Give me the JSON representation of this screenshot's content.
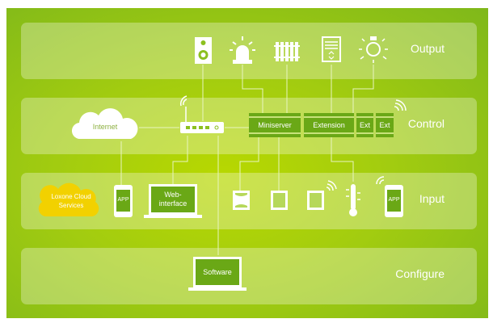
{
  "layers": {
    "output": "Output",
    "control": "Control",
    "input": "Input",
    "configure": "Configure"
  },
  "control": {
    "internet": "Internet",
    "miniserver": "Miniserver",
    "extension": "Extension",
    "ext1": "Ext",
    "ext2": "Ext"
  },
  "input": {
    "cloud": "Loxone Cloud Services",
    "app1": "APP",
    "web": "Web-interface",
    "app2": "APP"
  },
  "configure": {
    "software": "Software"
  },
  "colors": {
    "accent": "#6aa816",
    "cloud_yellow": "#f2d100"
  }
}
